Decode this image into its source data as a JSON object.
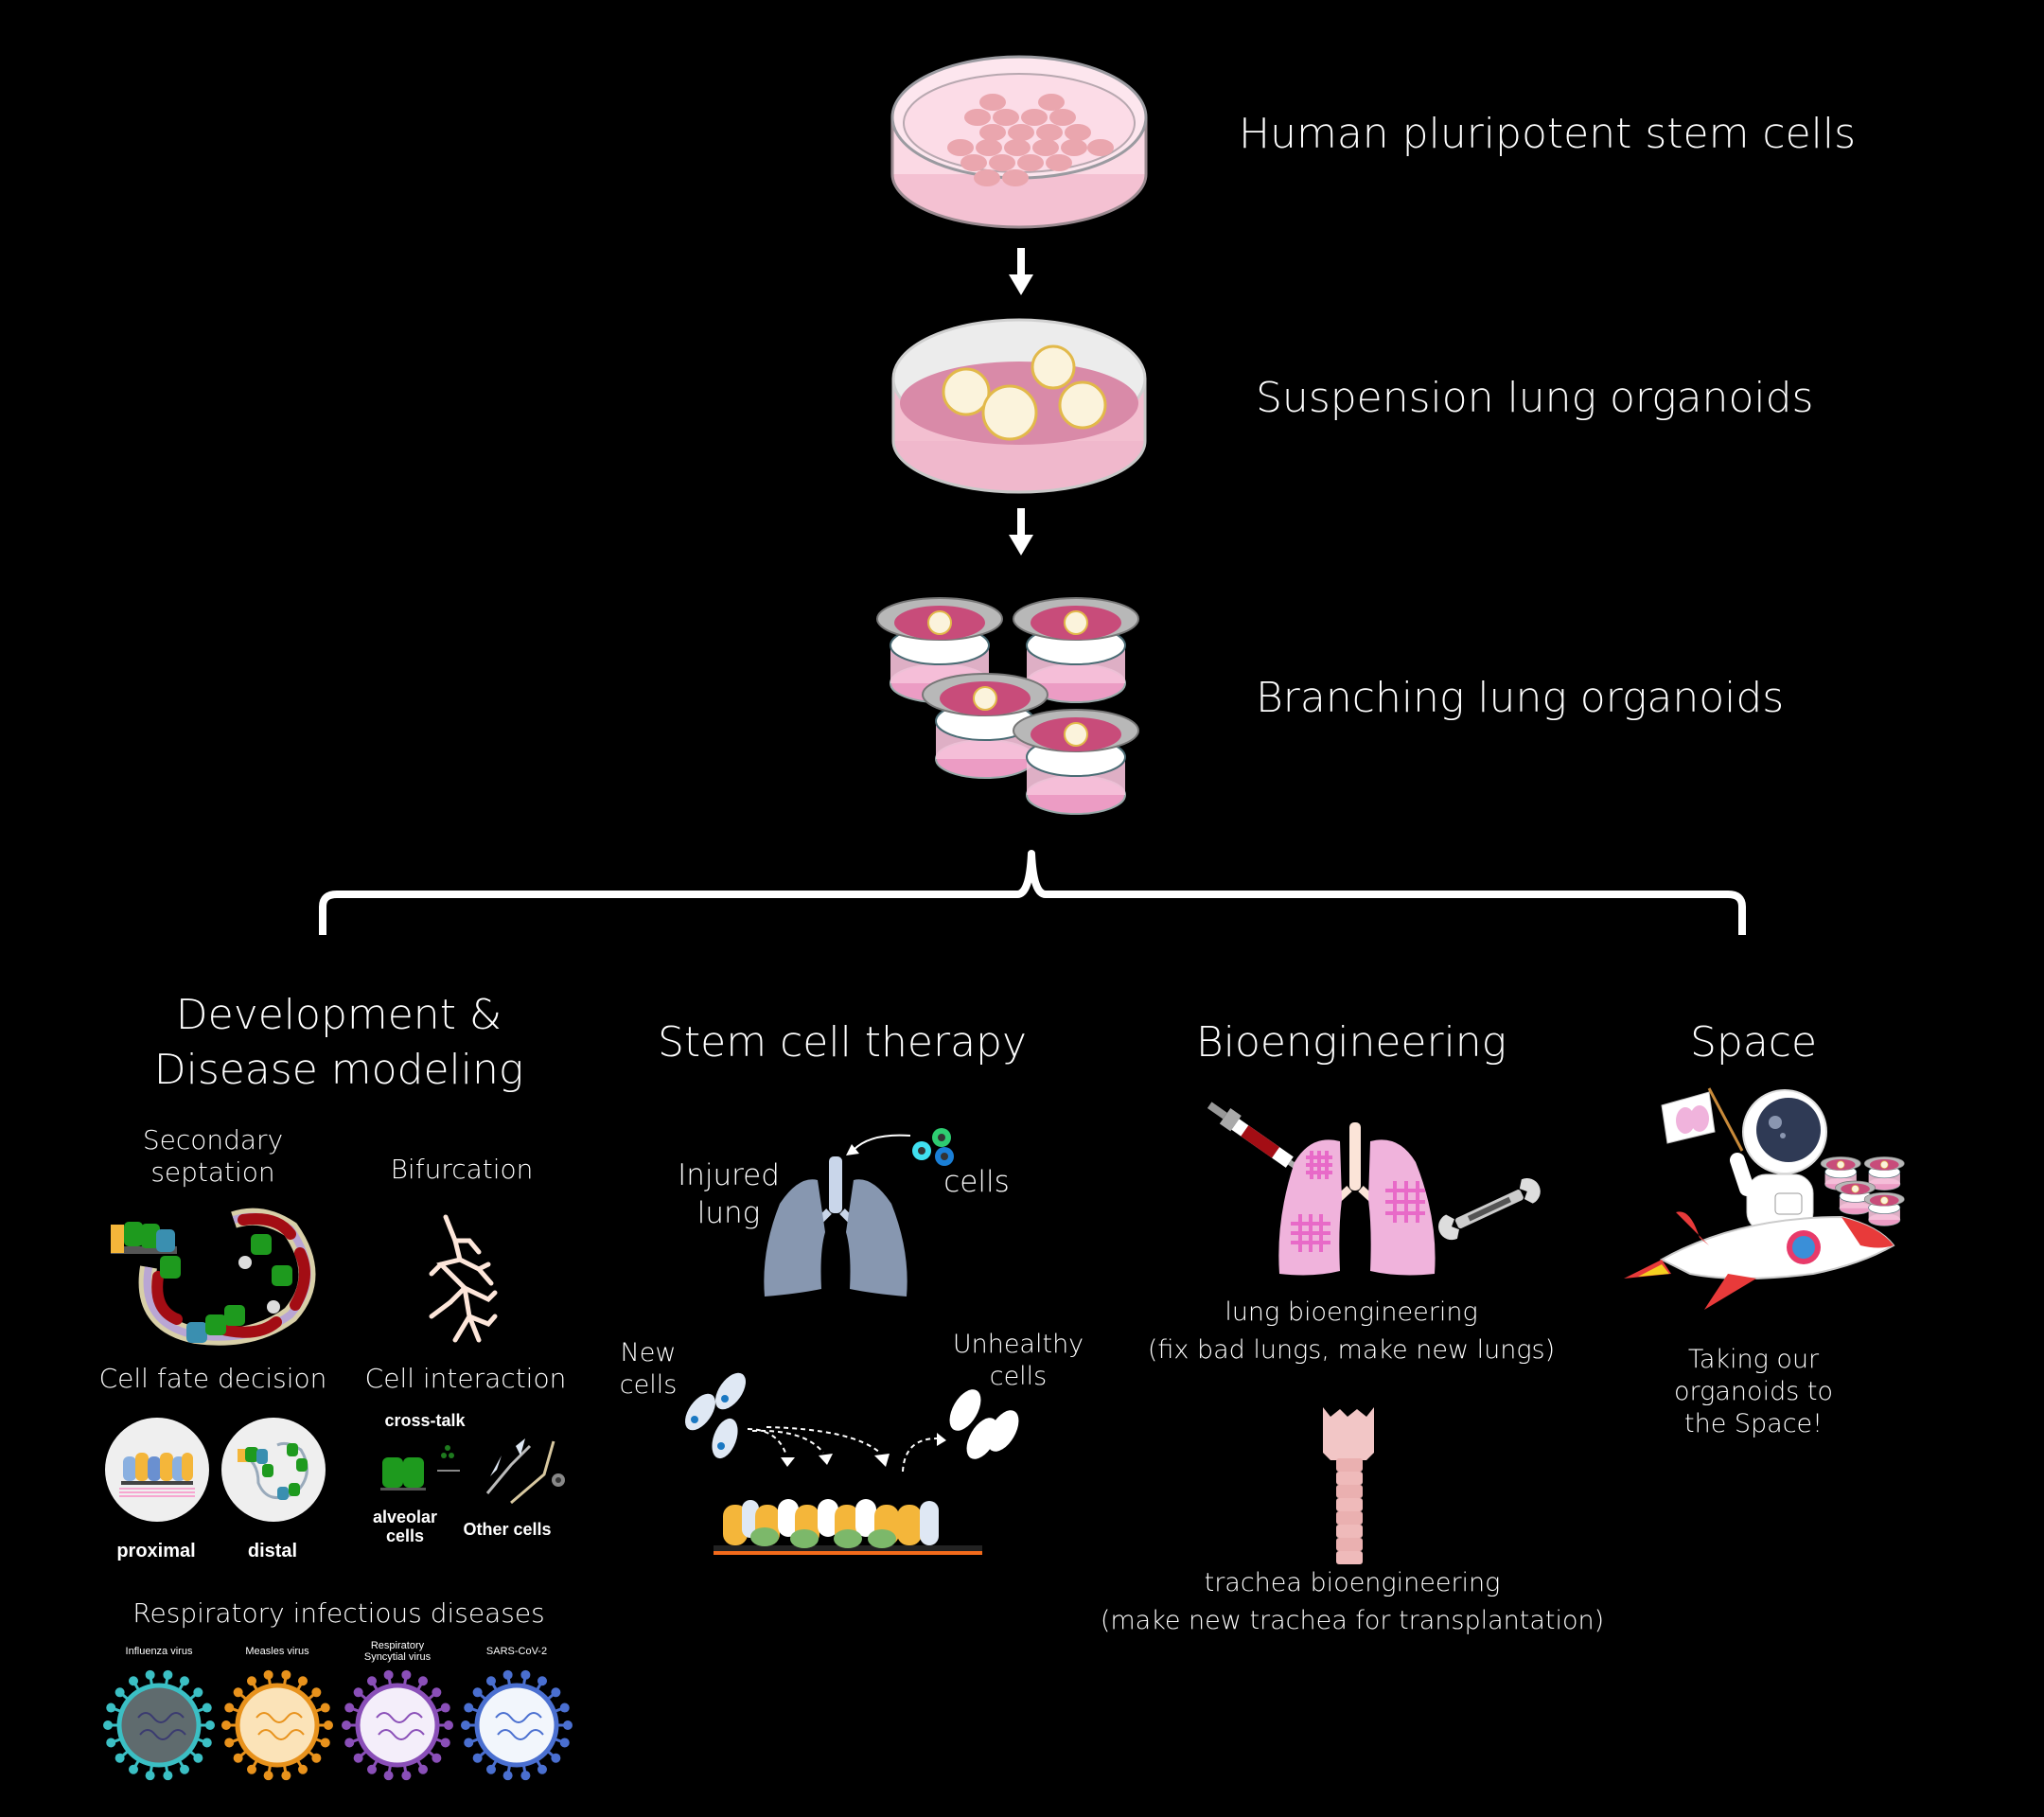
{
  "pipeline": {
    "steps": [
      {
        "label": "Human pluripotent stem cells",
        "icon": "petri-dish-stem-cells"
      },
      {
        "label": "Suspension lung organoids",
        "icon": "petri-dish-organoids"
      },
      {
        "label": "Branching lung organoids",
        "icon": "transwell-inserts"
      }
    ]
  },
  "applications": {
    "development": {
      "title_line1": "Development &",
      "title_line2": "Disease modeling",
      "secondary_septation_line1": "Secondary",
      "secondary_septation_line2": "septation",
      "bifurcation": "Bifurcation",
      "cell_fate_decision": "Cell fate decision",
      "cell_interaction": "Cell interaction",
      "proximal": "proximal",
      "distal": "distal",
      "cross_talk": "cross-talk",
      "alveolar_line1": "alveolar",
      "alveolar_line2": "cells",
      "other_cells": "Other cells",
      "infectious_title": "Respiratory infectious diseases",
      "viruses": [
        {
          "label_line1": "Influenza virus",
          "label_line2": "",
          "color": "#3bbfc4"
        },
        {
          "label_line1": "Measles virus",
          "label_line2": "",
          "color": "#e8921c"
        },
        {
          "label_line1": "Respiratory",
          "label_line2": "Syncytial virus",
          "color": "#8a4fb8"
        },
        {
          "label_line1": "SARS-CoV-2",
          "label_line2": "",
          "color": "#4a6fd0"
        }
      ]
    },
    "stem_cell_therapy": {
      "title": "Stem cell therapy",
      "injured_line1": "Injured",
      "injured_line2": "lung",
      "cells": "cells",
      "new_line1": "New",
      "new_line2": "cells",
      "unhealthy_line1": "Unhealthy",
      "unhealthy_line2": "cells"
    },
    "bioengineering": {
      "title": "Bioengineering",
      "lung_line1": "lung bioengineering",
      "lung_line2": "(fix bad lungs, make new lungs)",
      "trachea_line1": "trachea bioengineering",
      "trachea_line2": "(make new trachea for transplantation)"
    },
    "space": {
      "title": "Space",
      "caption_line1": "Taking our",
      "caption_line2": "organoids to",
      "caption_line3": "the Space!"
    }
  },
  "colors": {
    "background": "#000000",
    "text": "#ffffff",
    "dish_pink": "#f7c9d6",
    "medium_pink": "#d98aa8",
    "organoid_cream": "#fbf3dc",
    "lung_grey": "#8797b0",
    "lung_pink": "#f0b3dc",
    "patch_magenta": "#e86ac8"
  }
}
